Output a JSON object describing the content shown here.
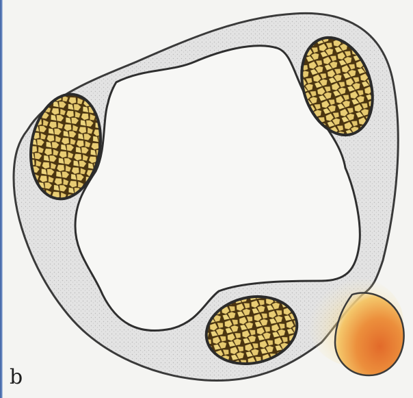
{
  "figure": {
    "panel_label": "b",
    "colors": {
      "wall_fill": "#e6e6e6",
      "wall_outline": "#3a3a3a",
      "lumen_fill": "#f7f7f5",
      "cell_fill": "#e8cc72",
      "cell_border": "#4a3410",
      "bud_light": "#f6e09a",
      "bud_dark": "#e07030",
      "background": "#f4f4f2"
    },
    "structures": [
      {
        "name": "outer-wall",
        "icon": "rounded-triangle-ring"
      },
      {
        "name": "central-lumen",
        "icon": "irregular-cavity"
      },
      {
        "name": "cell-cluster-left",
        "icon": "honeycomb-oval"
      },
      {
        "name": "cell-cluster-top-right",
        "icon": "honeycomb-oval"
      },
      {
        "name": "cell-cluster-bottom",
        "icon": "honeycomb-oval"
      },
      {
        "name": "orange-bud",
        "icon": "gradient-bulb"
      }
    ]
  }
}
